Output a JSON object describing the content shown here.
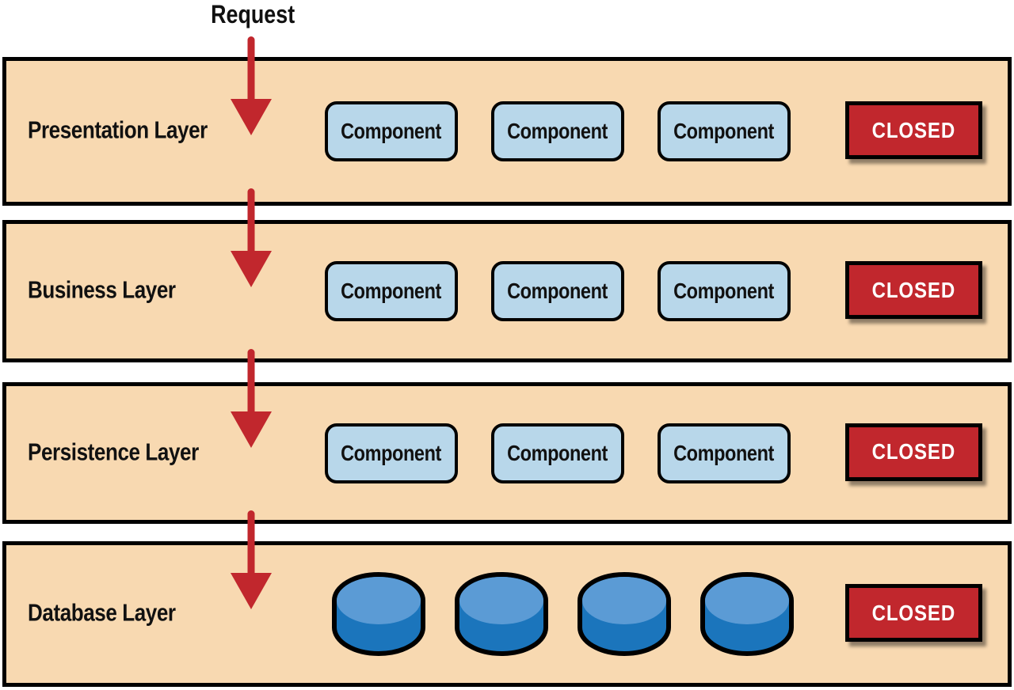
{
  "request_label": "Request",
  "colors": {
    "layer-fill": "#f8d9b1",
    "outline": "#000000",
    "component-fill": "#b8d7ea",
    "closed-fill": "#c1272d",
    "closed-text": "#ffffff",
    "arrow": "#c1272d",
    "db-top": "#5b9bd5",
    "db-body": "#1b75bc"
  },
  "layers": [
    {
      "name": "Presentation Layer",
      "status": "CLOSED",
      "components": [
        "Component",
        "Component",
        "Component"
      ]
    },
    {
      "name": "Business Layer",
      "status": "CLOSED",
      "components": [
        "Component",
        "Component",
        "Component"
      ]
    },
    {
      "name": "Persistence Layer",
      "status": "CLOSED",
      "components": [
        "Component",
        "Component",
        "Component"
      ]
    },
    {
      "name": "Database Layer",
      "status": "CLOSED",
      "databases": 4
    }
  ]
}
